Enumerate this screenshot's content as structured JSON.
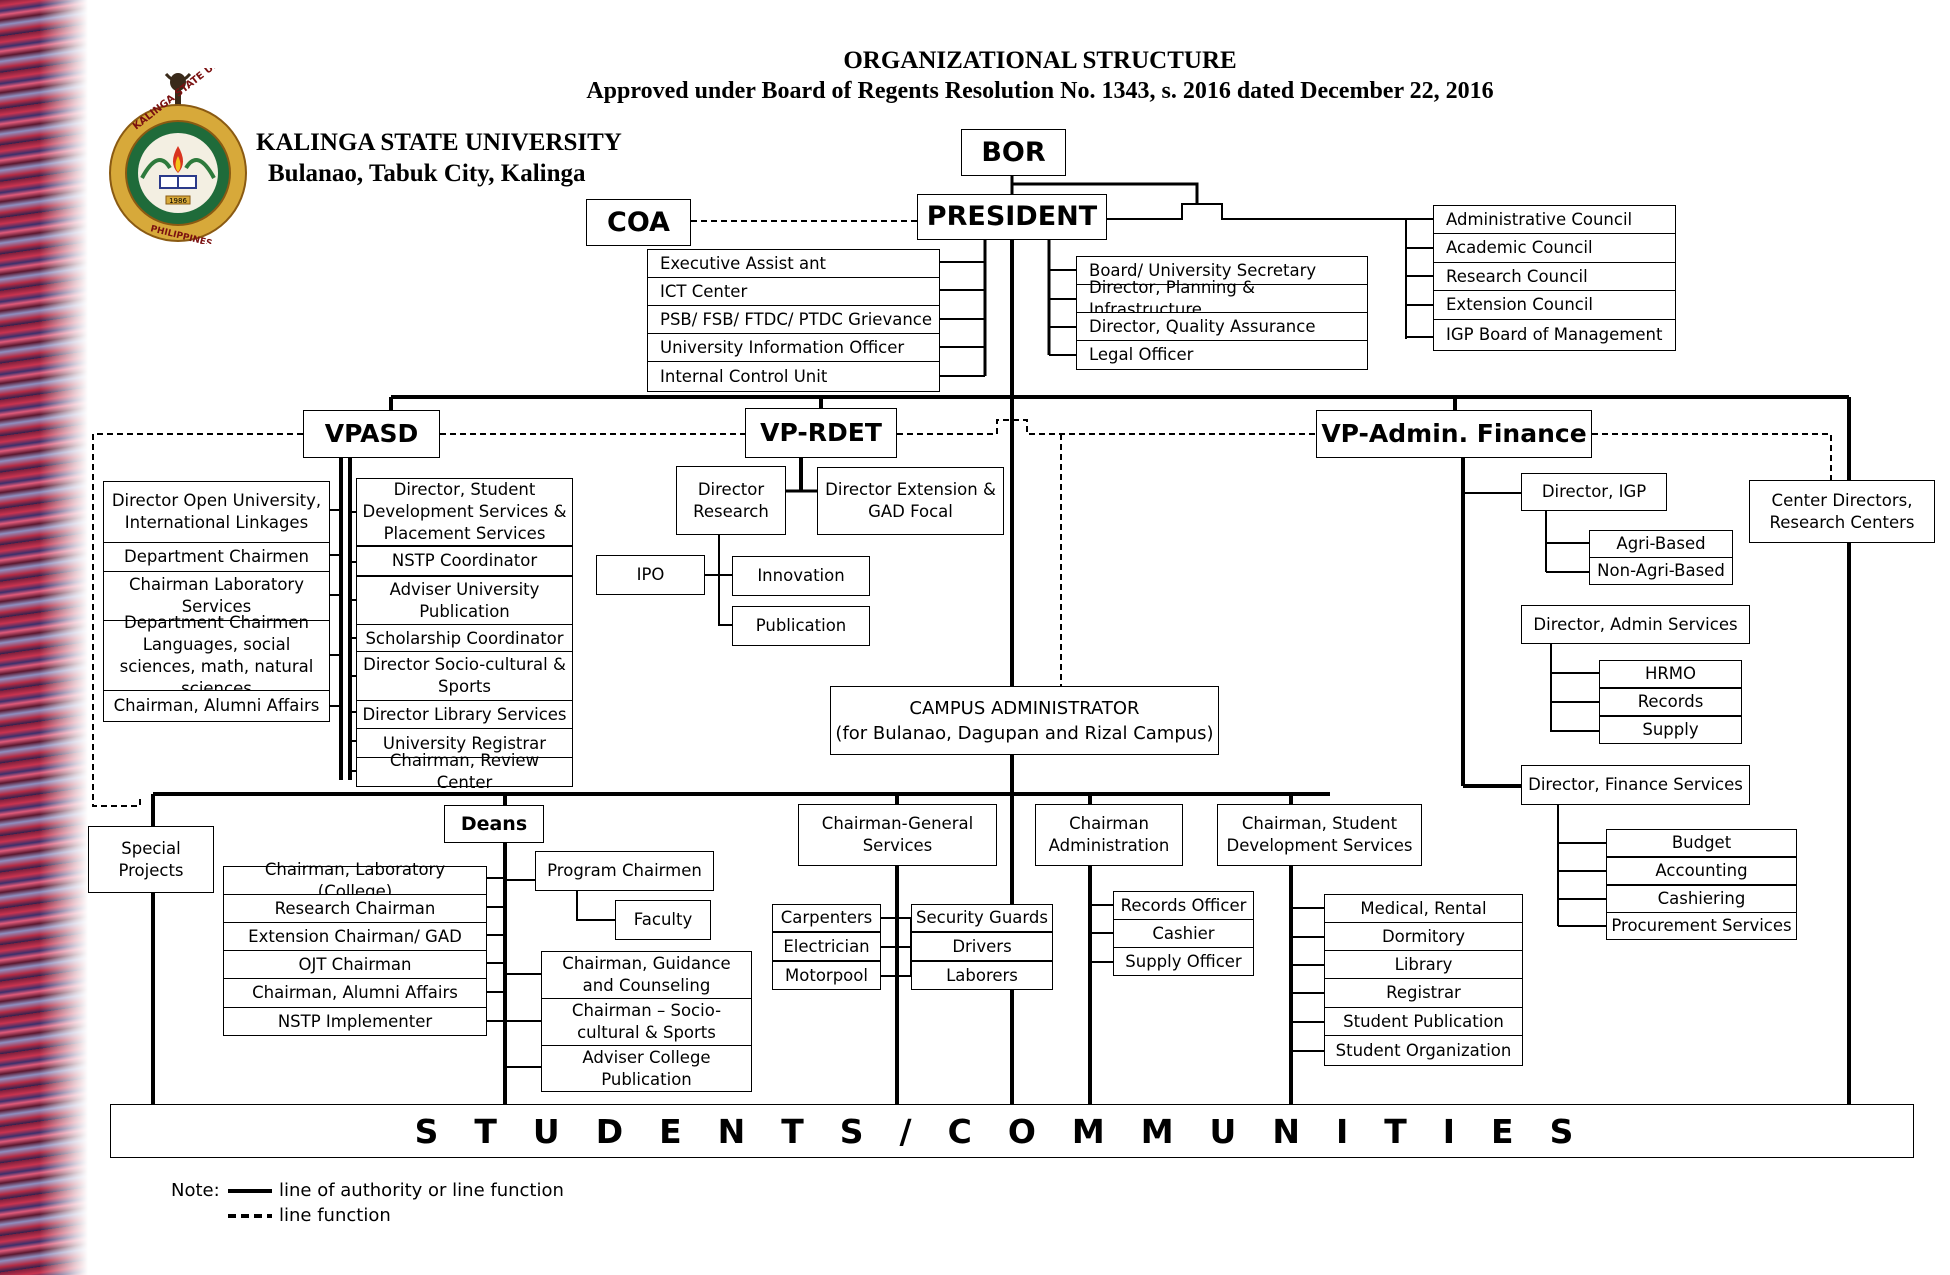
{
  "header": {
    "title": "ORGANIZATIONAL STRUCTURE",
    "subtitle": "Approved under Board of Regents Resolution No. 1343, s. 2016 dated December 22, 2016",
    "university_name": "KALINGA STATE UNIVERSITY",
    "university_address": "Bulanao, Tabuk City, Kalinga"
  },
  "seal": {
    "text_top": "KALINGA STATE UNIVERSITY",
    "text_bottom": "PHILIPPINES",
    "year": "1986"
  },
  "top": {
    "bor": "BOR",
    "president": "PRESIDENT",
    "coa": "COA"
  },
  "president_staff_left": [
    "Executive Assist ant",
    "ICT Center",
    "PSB/ FSB/ FTDC/ PTDC Grievance",
    "University Information Officer",
    "Internal Control Unit"
  ],
  "president_staff_right": [
    "Board/ University Secretary",
    "Director, Planning & Infrastructure",
    "Director, Quality Assurance",
    "Legal Officer"
  ],
  "councils": [
    "Administrative Council",
    "Academic Council",
    "Research Council",
    "Extension Council",
    "IGP Board of Management"
  ],
  "vpasd": {
    "label": "VPASD",
    "left_units": [
      "Director Open University, International Linkages",
      "Department Chairmen",
      "Chairman Laboratory Services",
      "Department Chairmen Languages, social sciences, math, natural sciences",
      "Chairman, Alumni Affairs"
    ],
    "right_units": [
      "Director, Student Development Services & Placement Services",
      "NSTP Coordinator",
      "Adviser University Publication",
      "Scholarship Coordinator",
      "Director Socio-cultural & Sports",
      "Director Library Services",
      "University Registrar",
      "Chairman, Review Center"
    ]
  },
  "vprdet": {
    "label": "VP-RDET",
    "director_research": "Director Research",
    "director_extension": "Director Extension & GAD Focal",
    "ipo": "IPO",
    "innovation": "Innovation",
    "publication": "Publication"
  },
  "campus_admin": {
    "line1": "CAMPUS ADMINISTRATOR",
    "line2": "(for Bulanao, Dagupan and Rizal Campus)"
  },
  "vpadmin": {
    "label": "VP-Admin. Finance",
    "director_igp": "Director, IGP",
    "igp_units": [
      "Agri-Based",
      "Non-Agri-Based"
    ],
    "director_admin": "Director, Admin Services",
    "admin_units": [
      "HRMO",
      "Records",
      "Supply"
    ],
    "director_finance": "Director, Finance Services",
    "finance_units": [
      "Budget",
      "Accounting",
      "Cashiering",
      "Procurement Services"
    ],
    "center_directors": "Center Directors, Research Centers"
  },
  "campus": {
    "special_projects": "Special Projects",
    "deans": "Deans",
    "deans_units": [
      "Chairman, Laboratory (College)",
      "Research Chairman",
      "Extension Chairman/ GAD",
      "OJT Chairman",
      "Chairman, Alumni Affairs",
      "NSTP Implementer"
    ],
    "program_chairmen": "Program Chairmen",
    "faculty": "Faculty",
    "guidance_units": [
      "Chairman, Guidance and Counseling",
      "Chairman – Socio-cultural & Sports",
      "Adviser College Publication"
    ],
    "general_services": "Chairman-General Services",
    "gs_left": [
      "Carpenters",
      "Electrician",
      "Motorpool"
    ],
    "gs_right": [
      "Security Guards",
      "Drivers",
      "Laborers"
    ],
    "administration": "Chairman Administration",
    "admin_units": [
      "Records Officer",
      "Cashier",
      "Supply Officer"
    ],
    "student_dev": "Chairman, Student Development Services",
    "sds_units": [
      "Medical, Rental",
      "Dormitory",
      "Library",
      "Registrar",
      "Student Publication",
      "Student Organization"
    ]
  },
  "students": "STUDENTS/COMMUNITIES",
  "note": {
    "label": "Note:",
    "solid": "line of authority or line function",
    "dashed": "line function"
  }
}
